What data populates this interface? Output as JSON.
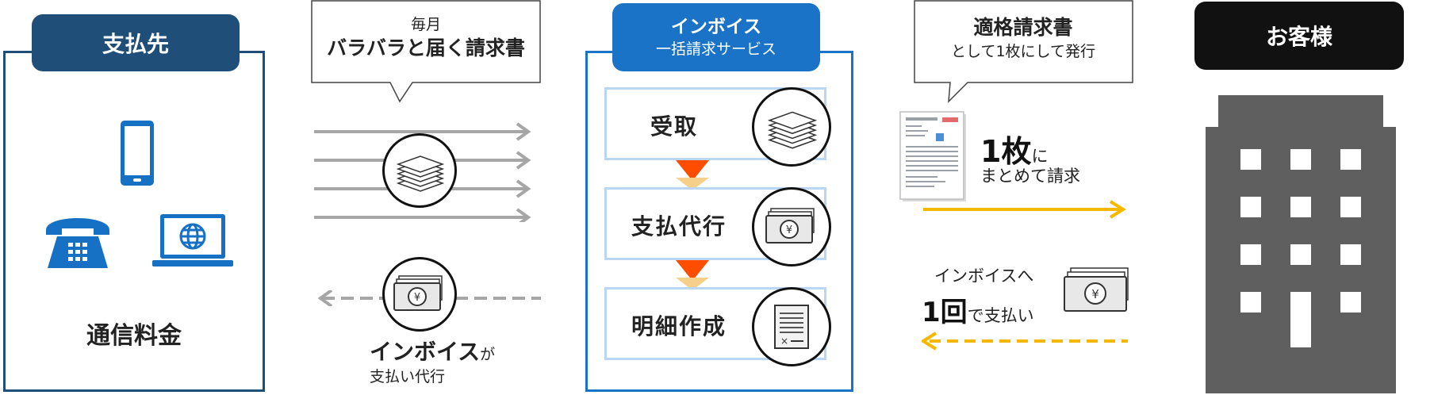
{
  "payee": {
    "title": "支払先",
    "label": "通信料金"
  },
  "bubble_left": {
    "line1": "毎月",
    "line2": "バラバラと届く請求書"
  },
  "left_flow": {
    "brand": "インボイス",
    "suffix": "が",
    "line2": "支払い代行"
  },
  "service": {
    "title_line1": "インボイス",
    "title_line2": "一括請求サービス",
    "steps": [
      {
        "label": "受取"
      },
      {
        "label": "支払代行"
      },
      {
        "label": "明細作成"
      }
    ]
  },
  "bubble_right": {
    "line1": "適格請求書",
    "line2": "として1枚にして発行"
  },
  "right_flow": {
    "one_sheet_big": "1枚",
    "one_sheet_suffix": "に",
    "one_sheet_line2": "まとめて請求",
    "pay_line1": "インボイスへ",
    "pay_big": "1回",
    "pay_suffix": "で支払い"
  },
  "customer": {
    "title": "お客様"
  },
  "colors": {
    "navy": "#1f4e79",
    "blue": "#1a73c6",
    "light_blue": "#b9d6f2",
    "icon_blue": "#1670c4",
    "orange": "#ff4d00",
    "yellow": "#f5b800",
    "gray": "#9e9e9e",
    "building": "#5f5f5f"
  },
  "icons": [
    "smartphone-icon",
    "telephone-icon",
    "laptop-globe-icon",
    "invoice-stack-icon",
    "yen-banknote-icon",
    "document-icon",
    "building-icon"
  ]
}
